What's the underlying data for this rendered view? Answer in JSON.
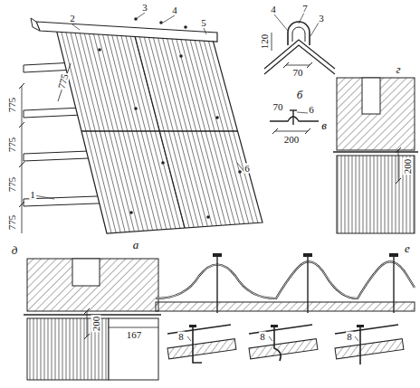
{
  "diagram": {
    "labels": [
      "2",
      "3",
      "4",
      "5",
      "775",
      "775",
      "775",
      "775",
      "775",
      "1",
      "6",
      "а",
      "4",
      "7",
      "3",
      "120",
      "70",
      "б",
      "70",
      "6",
      "200",
      "в",
      "200",
      "г",
      "200",
      "167",
      "д",
      "8",
      "8",
      "8",
      "е"
    ]
  }
}
